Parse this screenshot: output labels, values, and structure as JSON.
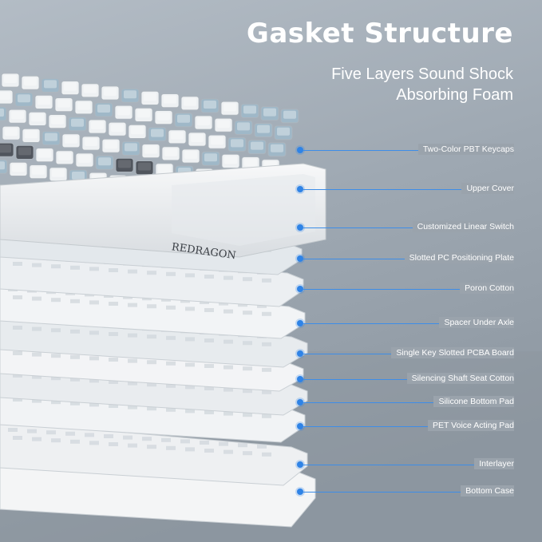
{
  "heading": {
    "title": "Gasket Structure",
    "subtitle_line1": "Five Layers Sound Shock",
    "subtitle_line2": "Absorbing Foam"
  },
  "brand": {
    "logo_text": "REDRAGON"
  },
  "colors": {
    "accent": "#2f83e6",
    "background_top": "#a9b4be",
    "background_bottom": "#8f99a3",
    "keycap_white": "#eef1f3",
    "keycap_blue": "#9fb8c8",
    "keycap_dark": "#50555d"
  },
  "layers": [
    {
      "label": "Two-Color PBT Keycaps"
    },
    {
      "label": "Upper Cover"
    },
    {
      "label": "Customized Linear Switch"
    },
    {
      "label": "Slotted PC Positioning Plate"
    },
    {
      "label": "Poron Cotton"
    },
    {
      "label": "Spacer Under Axle"
    },
    {
      "label": "Single Key Slotted PCBA Board"
    },
    {
      "label": "Silencing Shaft Seat Cotton"
    },
    {
      "label": "Silicone Bottom Pad"
    },
    {
      "label": "PET Voice Acting Pad"
    },
    {
      "label": "Interlayer"
    },
    {
      "label": "Bottom Case"
    }
  ]
}
